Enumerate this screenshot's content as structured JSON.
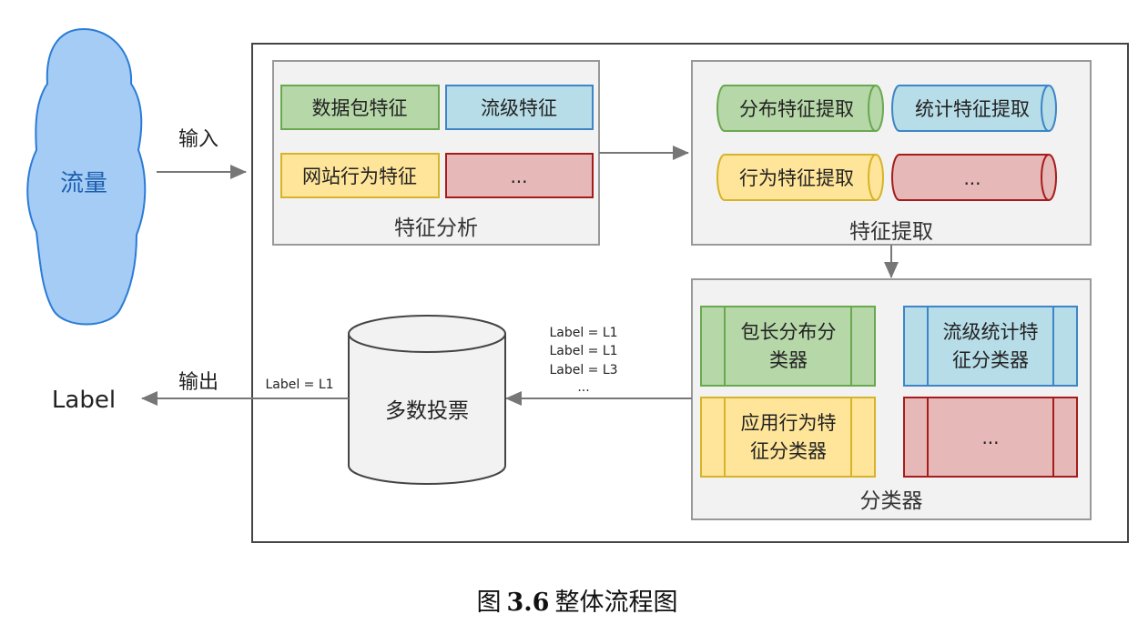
{
  "traffic": {
    "label": "流量"
  },
  "input_arrow": {
    "label": "输入"
  },
  "output_arrow": {
    "label": "输出"
  },
  "output": {
    "label": "Label"
  },
  "feature_analysis": {
    "title": "特征分析",
    "items": [
      "数据包特征",
      "流级特征",
      "网站行为特征",
      "..."
    ]
  },
  "feature_extraction": {
    "title": "特征提取",
    "items": [
      "分布特征提取",
      "统计特征提取",
      "行为特征提取",
      "..."
    ]
  },
  "classifiers": {
    "title": "分类器",
    "items": [
      [
        "包长分布分",
        "类器"
      ],
      [
        "流级统计特",
        "征分类器"
      ],
      [
        "应用行为特",
        "征分类器"
      ],
      [
        "..."
      ]
    ]
  },
  "voting": {
    "label": "多数投票"
  },
  "vote_labels": [
    "Label = L1",
    "Label = L1",
    "Label = L3",
    "..."
  ],
  "vote_result": "Label = L1",
  "caption": {
    "prefix": "图",
    "number": "3.6",
    "text": "整体流程图"
  },
  "colors": {
    "green_fill": "#b6d7a8",
    "green_stroke": "#6aa84f",
    "blue_fill": "#b7dde8",
    "blue_stroke": "#3d85c6",
    "yellow_fill": "#ffe599",
    "yellow_stroke": "#d6b32a",
    "red_fill": "#e6b8b7",
    "red_stroke": "#a61c1c",
    "cloud_fill": "#a4ccf4",
    "cloud_stroke": "#2b7bd6",
    "panel_fill": "#f2f2f2",
    "panel_stroke": "#999999",
    "arrow": "#777777"
  }
}
